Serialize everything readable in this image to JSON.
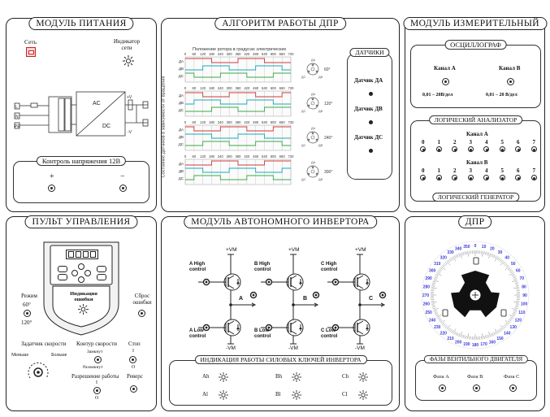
{
  "power": {
    "title": "МОДУЛЬ ПИТАНИЯ",
    "mains_label": "Сеть",
    "indicator_label": "Индикатор сети",
    "voltage_control_label": "Контроль напряжения 12В",
    "plus": "+",
    "minus": "−",
    "diagram_labels": [
      "L",
      "N",
      "PE",
      "AC",
      "DC",
      "+V",
      "-V"
    ]
  },
  "algorithm": {
    "title": "АЛГОРИТМ РАБОТЫ ДПР",
    "rotor_position_caption": "Положение ротора в градусах электрических",
    "ticks": [
      "0",
      "60",
      "120",
      "180",
      "240",
      "300",
      "360",
      "420",
      "480",
      "540",
      "600",
      "660",
      "720"
    ],
    "vertical_caption": "Состояние датчиков в зависимости от вращения",
    "channels": [
      "ДА",
      "ДВ",
      "ДС"
    ],
    "angles": [
      "60°",
      "120°",
      "240°",
      "300°"
    ],
    "sensors": {
      "title": "ДАТЧИКИ",
      "items": [
        "Датчик ДА",
        "Датчик ДВ",
        "Датчик ДС"
      ]
    }
  },
  "measure": {
    "title": "МОДУЛЬ ИЗМЕРИТЕЛЬНЫЙ",
    "osc_title": "ОСЦИЛЛОГРАФ",
    "channel_a": "Канал А",
    "channel_b": "Канал В",
    "range_a": "0,01 – 20В/дел",
    "range_b": "0,01 – 20 В/дел",
    "analyzer_title": "ЛОГИЧЕСКИЙ АНАЛИЗАТОР",
    "analyzer_channel_a": "Канал А",
    "analyzer_channel_b": "Канал В",
    "bits": [
      "0",
      "1",
      "2",
      "3",
      "4",
      "5",
      "6",
      "7"
    ],
    "generator_title": "ЛОГИЧЕСКИЙ ГЕНЕРАТОР"
  },
  "control": {
    "title": "ПУЛЬТ УПРАВЛЕНИЯ",
    "error_indicator": "Индикация ошибки",
    "mode_label": "Режим",
    "mode_60": "60°",
    "mode_120": "120°",
    "reset_label": "Сброс ошибки",
    "speed_setter": "Задатчик скорости",
    "less": "Меньше",
    "more": "Больше",
    "speed_loop": "Контур скорости",
    "closed": "Замкнут",
    "open": "Разомкнут",
    "stop_label": "Стоп",
    "stop_1": "I",
    "stop_0": "O",
    "enable_label": "Разрешение работы",
    "enable_1": "I",
    "enable_0": "O",
    "reverse_label": "Реверс"
  },
  "inverter": {
    "title": "МОДУЛЬ АВТОНОМНОГО ИНВЕРТОРА",
    "vm_plus": "+VM",
    "vm_minus": "-VM",
    "a_high": "A High control",
    "b_high": "B High control",
    "c_high": "C High control",
    "a_low": "A Low control",
    "b_low": "B Low control",
    "c_low": "C Low control",
    "phase_a": "A",
    "phase_b": "B",
    "phase_c": "C",
    "indication_title": "ИНДИКАЦИЯ РАБОТЫ СИЛОВЫХ КЛЮЧЕЙ ИНВЕРТОРА",
    "keys": [
      "Ah",
      "Bh",
      "Ch",
      "Al",
      "Bl",
      "Cl"
    ]
  },
  "dpr": {
    "title": "ДПР",
    "dial_numbers": [
      "0",
      "10",
      "20",
      "30",
      "40",
      "50",
      "60",
      "70",
      "80",
      "90",
      "100",
      "110",
      "120",
      "130",
      "140",
      "150",
      "160",
      "170",
      "180",
      "190",
      "200",
      "210",
      "220",
      "230",
      "240",
      "250",
      "260",
      "270",
      "280",
      "290",
      "300",
      "310",
      "320",
      "330",
      "340",
      "350"
    ],
    "phases_title": "ФАЗЫ ВЕНТИЛЬНОГО ДВИГАТЕЛЯ",
    "phase_a": "Фаза А",
    "phase_b": "Фаза В",
    "phase_c": "Фаза С"
  },
  "colors": {
    "trace_red": "#d23a3a",
    "trace_cyan": "#1aa8b8",
    "trace_green": "#3aa845",
    "dial_blue": "#3a3ad8"
  }
}
